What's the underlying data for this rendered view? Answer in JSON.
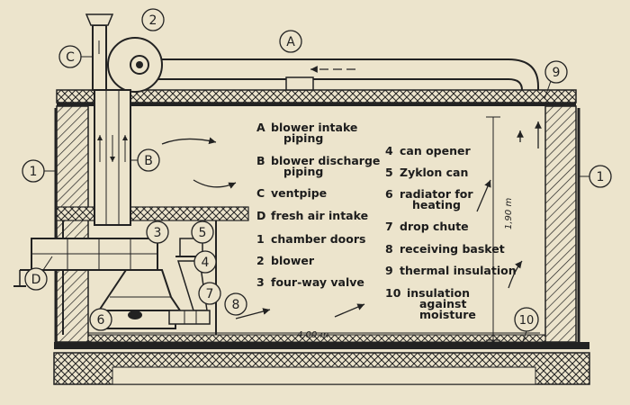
{
  "legend": [
    {
      "key": "A",
      "lines": [
        "blower intake",
        "piping"
      ]
    },
    {
      "key": "B",
      "lines": [
        "blower discharge",
        "piping"
      ]
    },
    {
      "key": "C",
      "lines": [
        "ventpipe"
      ]
    },
    {
      "key": "D",
      "lines": [
        "fresh air intake"
      ]
    },
    {
      "key": "1",
      "lines": [
        "chamber doors"
      ]
    },
    {
      "key": "2",
      "lines": [
        "blower"
      ]
    },
    {
      "key": "3",
      "lines": [
        "four-way valve"
      ]
    },
    {
      "key": "4",
      "lines": [
        "can opener"
      ]
    },
    {
      "key": "5",
      "lines": [
        "Zyklon can"
      ]
    },
    {
      "key": "6",
      "lines": [
        "radiator for",
        "heating"
      ]
    },
    {
      "key": "7",
      "lines": [
        "drop chute"
      ]
    },
    {
      "key": "8",
      "lines": [
        "receiving basket"
      ]
    },
    {
      "key": "9",
      "lines": [
        "thermal insulation"
      ]
    },
    {
      "key": "10",
      "lines": [
        "insulation",
        "against",
        "moisture"
      ]
    }
  ],
  "callouts": {
    "A": "A",
    "B": "B",
    "C": "C",
    "D": "D",
    "n1_left": "1",
    "n1_right": "1",
    "n2": "2",
    "n3": "3",
    "n4": "4",
    "n5": "5",
    "n6": "6",
    "n7": "7",
    "n8": "8",
    "n9": "9",
    "n10": "10"
  },
  "dimensions": {
    "length": "4,00 m",
    "height": "1,90 m"
  },
  "colors": {
    "paper": "#ece4cc",
    "ink": "#1c1c1c"
  }
}
